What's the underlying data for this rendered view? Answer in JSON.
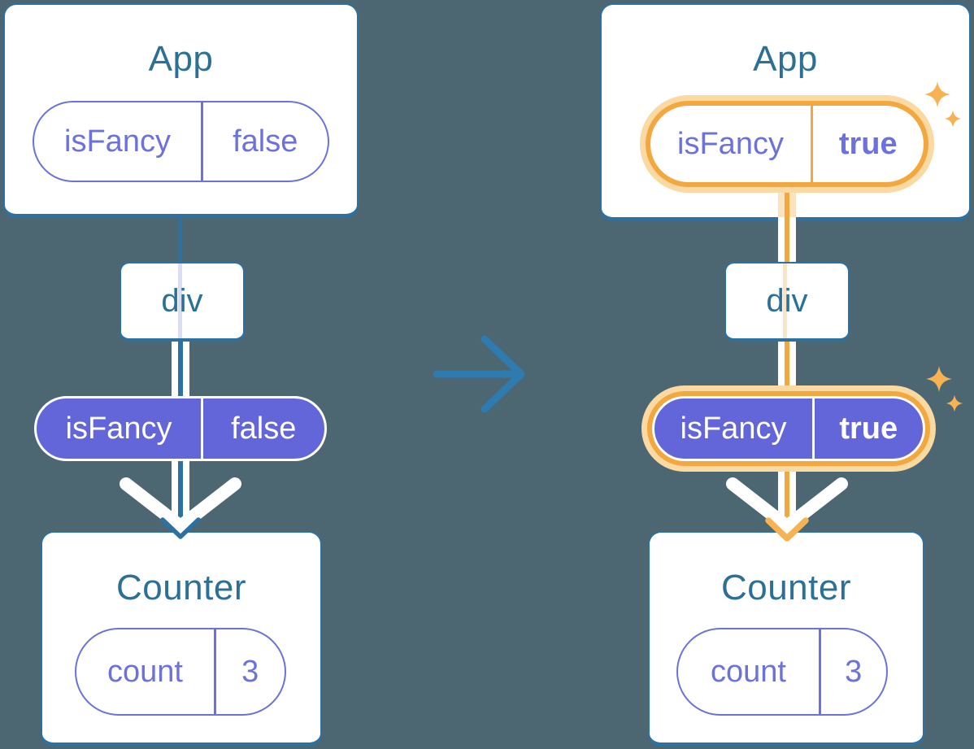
{
  "description": "Component tree diagram: App passes isFancy prop down through div to Counter; left shows isFancy=false, right shows isFancy=true highlighted",
  "colors": {
    "background": "#4C6672",
    "card_border_blue": "#2C71A0",
    "title_blue": "#2C7095",
    "purple_outline": "#6B72DB",
    "purple_fill": "#6366D8",
    "highlight_orange": "#F3A73F",
    "highlight_halo": "#FAD9A2",
    "sparkle_orange": "#F7B254",
    "transition_arrow_blue": "#2E7BB0",
    "white": "#FFFFFF"
  },
  "icons": {
    "transition": "right-arrow",
    "flow_tip_left": "down-chevron-blue",
    "flow_tip_right": "down-chevron-orange",
    "sparkle": "four-point-star"
  },
  "left": {
    "app": {
      "title": "App",
      "pill": {
        "key": "isFancy",
        "value": "false"
      }
    },
    "div": {
      "label": "div"
    },
    "state": {
      "key": "isFancy",
      "value": "false"
    },
    "counter": {
      "title": "Counter",
      "pill": {
        "key": "count",
        "value": "3"
      }
    }
  },
  "right": {
    "app": {
      "title": "App",
      "pill": {
        "key": "isFancy",
        "value": "true"
      }
    },
    "div": {
      "label": "div"
    },
    "state": {
      "key": "isFancy",
      "value": "true"
    },
    "counter": {
      "title": "Counter",
      "pill": {
        "key": "count",
        "value": "3"
      }
    }
  }
}
